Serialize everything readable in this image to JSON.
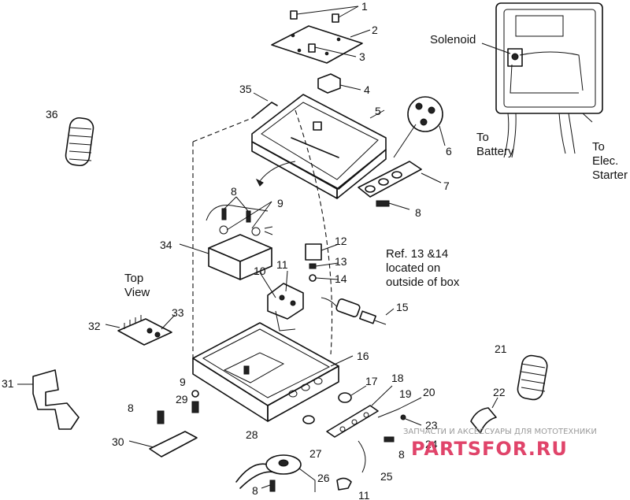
{
  "callouts": {
    "c1": "1",
    "c2": "2",
    "c3": "3",
    "c4": "4",
    "c5": "5",
    "c6": "6",
    "c7": "7",
    "c8a": "8",
    "c8b": "8",
    "c8c": "8",
    "c8d": "8",
    "c8e": "8",
    "c9a": "9",
    "c9b": "9",
    "c10": "10",
    "c11a": "11",
    "c11b": "11",
    "c12": "12",
    "c13": "13",
    "c14": "14",
    "c15": "15",
    "c16": "16",
    "c17": "17",
    "c18": "18",
    "c19": "19",
    "c20": "20",
    "c21": "21",
    "c22": "22",
    "c23": "23",
    "c24": "24",
    "c25": "25",
    "c26": "26",
    "c27": "27",
    "c28": "28",
    "c29": "29",
    "c30": "30",
    "c31": "31",
    "c32": "32",
    "c33": "33",
    "c34": "34",
    "c35": "35",
    "c36": "36"
  },
  "inset": {
    "solenoid": "Solenoid",
    "to_battery_1": "To",
    "to_battery_2": "Battery",
    "to_starter_1": "To",
    "to_starter_2": "Elec.",
    "to_starter_3": "Starter"
  },
  "notes": {
    "top_view_1": "Top",
    "top_view_2": "View",
    "ref_1": "Ref. 13 &14",
    "ref_2": "located on",
    "ref_3": "outside of box"
  },
  "watermark": {
    "caption": "ЗАПЧАСТИ И АКСЕССУАРЫ ДЛЯ МОТОТЕХНИКИ",
    "brand": "PARTSFOR.RU"
  }
}
